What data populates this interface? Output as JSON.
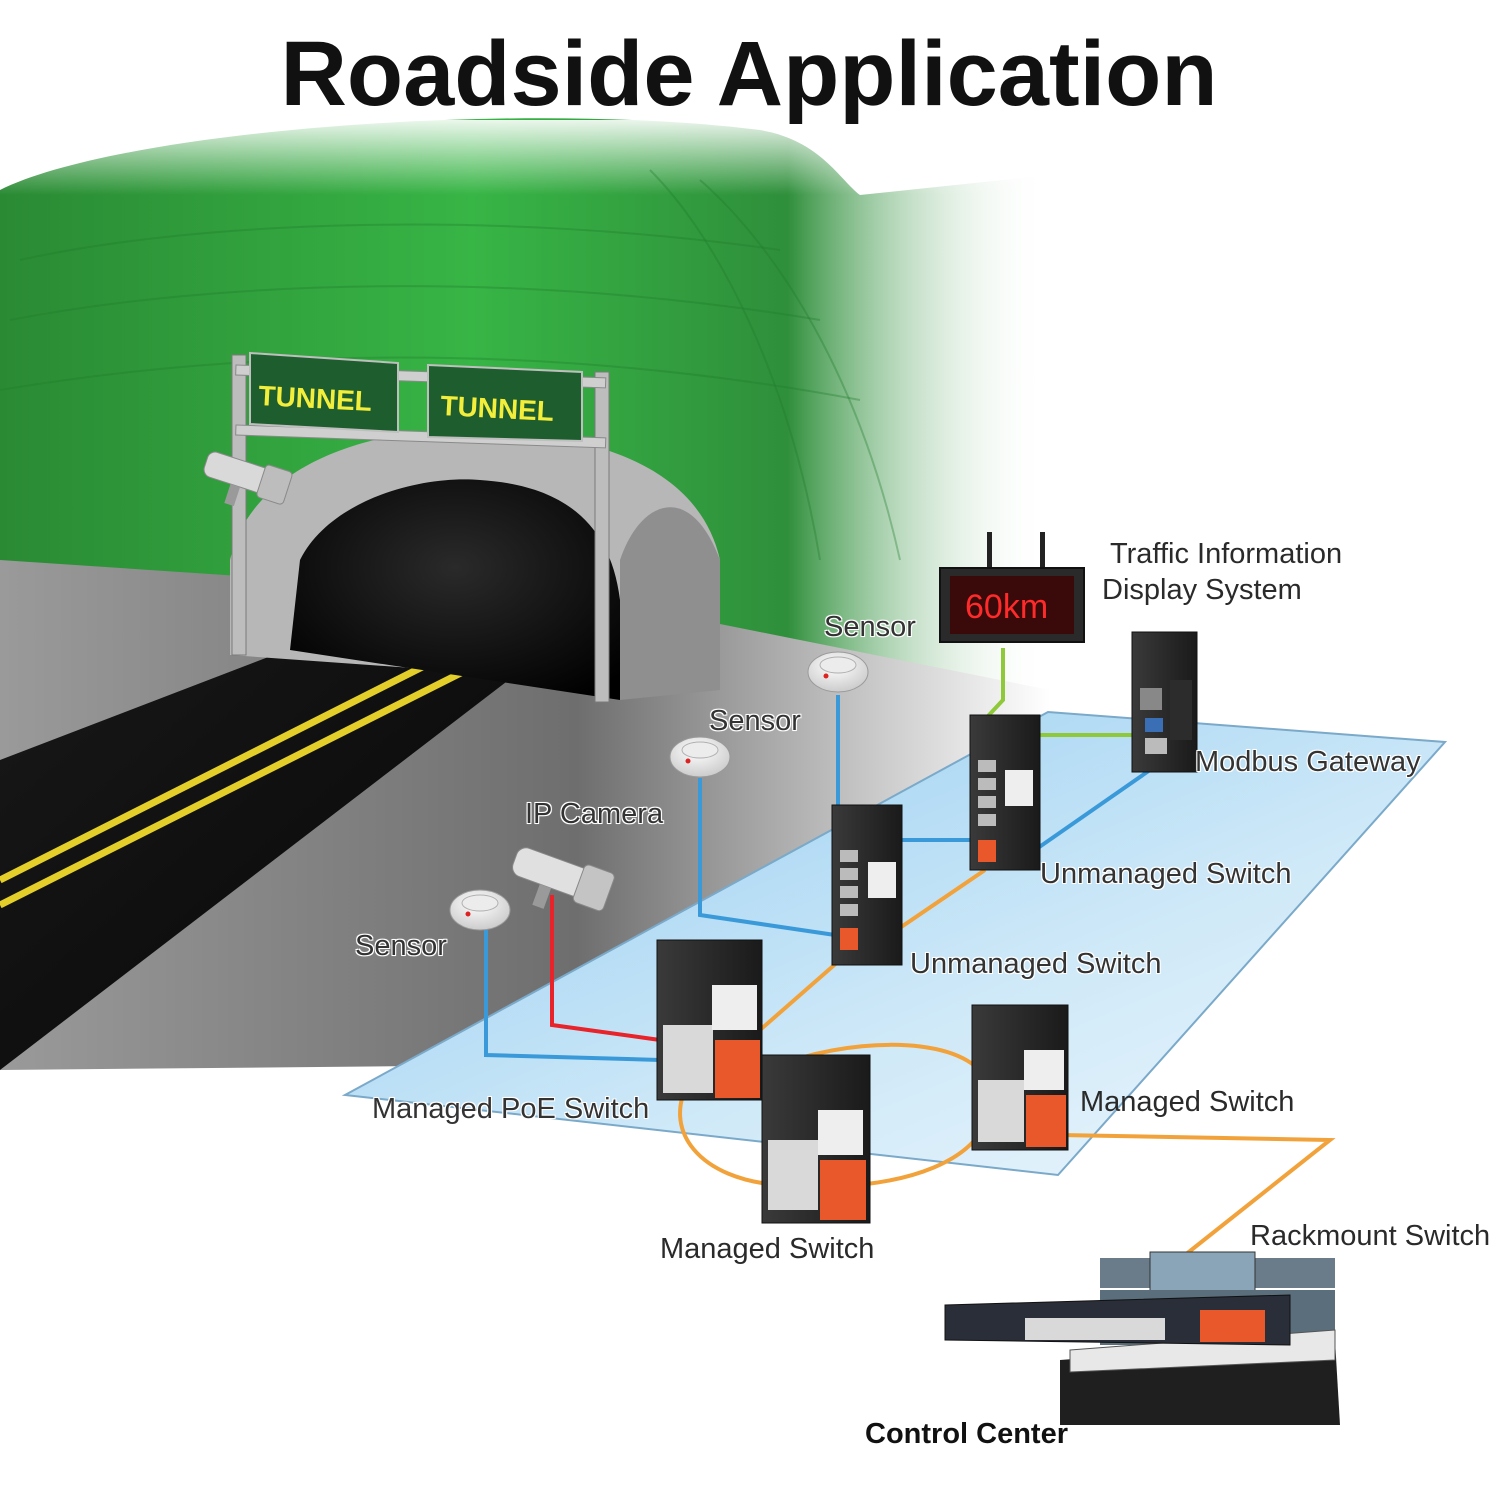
{
  "title": "Roadside Application",
  "signs": {
    "left": "TUNNEL",
    "right": "TUNNEL"
  },
  "display_readout": "60km",
  "labels": {
    "traffic_info_line1": "Traffic Information",
    "traffic_info_line2": "Display System",
    "sensor_top": "Sensor",
    "sensor_middle": "Sensor",
    "sensor_left": "Sensor",
    "ip_camera": "IP Camera",
    "modbus_gateway": "Modbus Gateway",
    "unmanaged_switch_right": "Unmanaged Switch",
    "unmanaged_switch_left": "Unmanaged Switch",
    "managed_poe_switch": "Managed PoE Switch",
    "managed_switch_right": "Managed Switch",
    "managed_switch_bottom": "Managed Switch",
    "rackmount_switch": "Rackmount Switch",
    "control_center": "Control Center"
  },
  "colors": {
    "hill_green": "#2f9e3a",
    "link_blue": "#3a9ad9",
    "link_orange": "#f2a23a",
    "link_red": "#e8232a",
    "link_green": "#8fc93a",
    "switch_orange": "#e8582a",
    "platform": "#bfe2f5"
  }
}
